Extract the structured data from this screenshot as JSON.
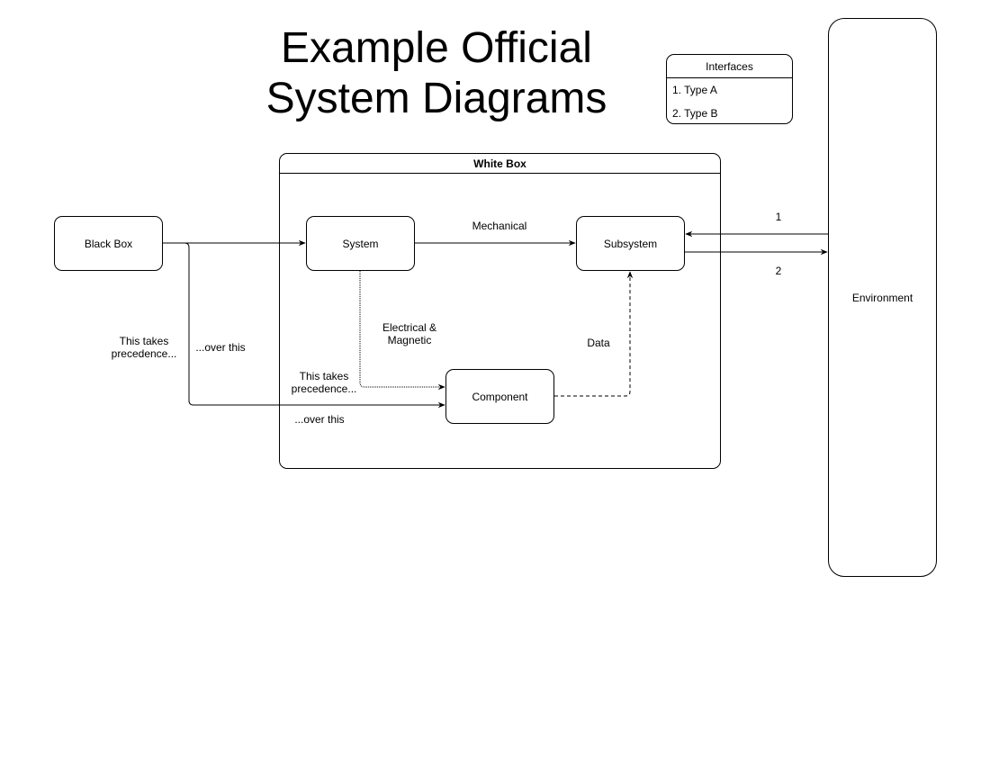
{
  "title": {
    "line1": "Example Official",
    "line2": "System Diagrams"
  },
  "legend": {
    "title": "Interfaces",
    "items": [
      "1. Type A",
      "2. Type B"
    ]
  },
  "white_box": {
    "label": "White Box"
  },
  "nodes": {
    "black_box": "Black Box",
    "system": "System",
    "subsystem": "Subsystem",
    "component": "Component",
    "environment": "Environment"
  },
  "edge_labels": {
    "mechanical": "Mechanical",
    "electrical_1": "Electrical &",
    "electrical_2": "Magnetic",
    "data": "Data",
    "interface_1": "1",
    "interface_2": "2",
    "precedence_outer_1": "This takes",
    "precedence_outer_2": "precedence...",
    "over_outer": "...over this",
    "precedence_inner_1": "This takes",
    "precedence_inner_2": "precedence...",
    "over_inner": "...over this"
  }
}
